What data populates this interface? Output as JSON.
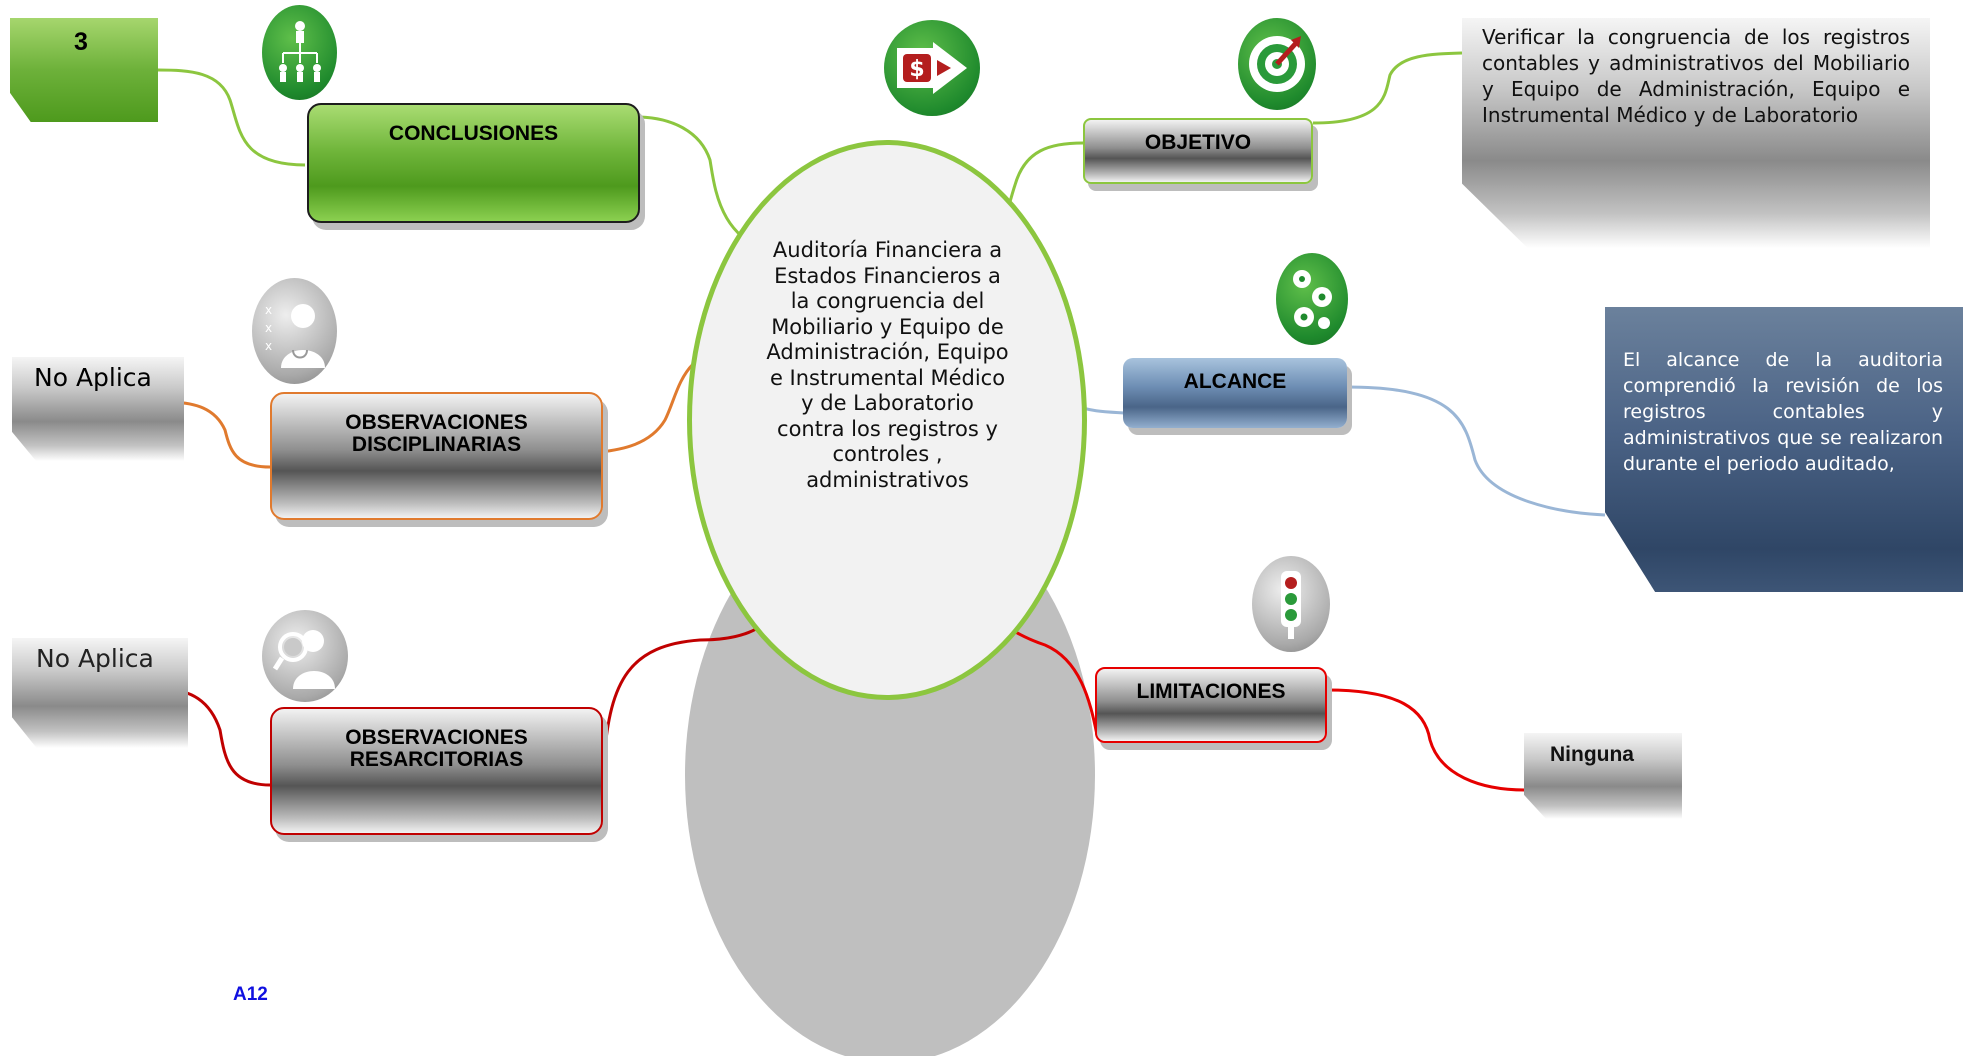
{
  "central": {
    "text": "Auditoría Financiera a Estados Financieros a la congruencia del Mobiliario y Equipo de Administración, Equipo e Instrumental Médico y de Laboratorio contra los registros y controles , administrativos"
  },
  "topics": {
    "conclusiones": "CONCLUSIONES",
    "obs_disciplinarias": "OBSERVACIONES DISCIPLINARIAS",
    "obs_resarcitorias": "OBSERVACIONES RESARCITORIAS",
    "objetivo": "OBJETIVO",
    "alcance": "ALCANCE",
    "limitaciones": "LIMITACIONES"
  },
  "notes": {
    "conclusiones": "3",
    "obs_disciplinarias": "No Aplica",
    "obs_resarcitorias": "No Aplica",
    "objetivo": "Verificar  la congruencia de los registros contables y administrativos del Mobiliario y Equipo de Administración, Equipo e Instrumental Médico y de Laboratorio",
    "alcance": "El alcance de la auditoria comprendió la revisión de los registros contables y administrativos que se realizaron durante el periodo auditado,",
    "limitaciones": "Ninguna"
  },
  "footer_code": "A12",
  "icons": {
    "conclusiones": "org-chart-icon",
    "money": "money-hand-icon",
    "objetivo": "target-icon",
    "alcance": "gears-icon",
    "disciplinarias": "doctor-checklist-icon",
    "resarcitorias": "magnifier-doctor-icon",
    "limitaciones": "traffic-light-icon"
  },
  "colors": {
    "green": "#8cc63f",
    "orange": "#e07a2e",
    "red": "#c00000",
    "blue_line": "#9ab6d6"
  }
}
